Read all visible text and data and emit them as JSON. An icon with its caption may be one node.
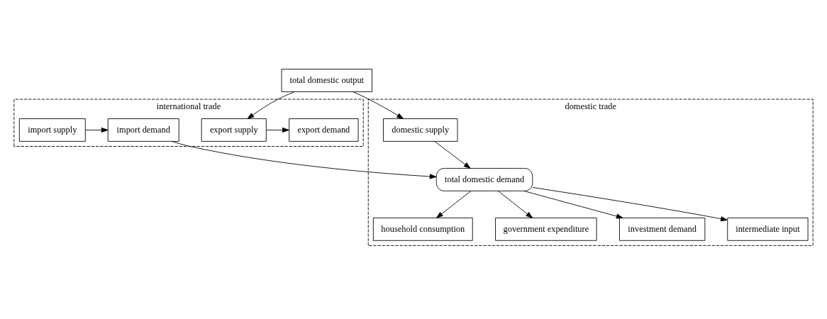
{
  "diagram": {
    "nodes": [
      {
        "text": [
          "total domestic output"
        ]
      },
      {
        "text": [
          "international trade"
        ]
      },
      {
        "text": [
          "export demand"
        ],
        "in": 1
      },
      {
        "text": [
          "export supply"
        ],
        "in": 1
      },
      {
        "text": [
          "import supply"
        ],
        "in": 1
      },
      {
        "text": [
          "import demand"
        ],
        "in": 1
      },
      {
        "text": [
          "domestic trade"
        ]
      },
      {
        "text": [
          "domestic supply"
        ],
        "in": 6
      },
      {
        "text": [
          "total domestic demand"
        ],
        "in": 6
      },
      {
        "text": [
          "household consumption"
        ],
        "in": 6
      },
      {
        "text": [
          "government expenditure"
        ],
        "in": 6
      },
      {
        "text": [
          "investment demand"
        ],
        "in": 6
      },
      {
        "text": [
          "intermediate input"
        ],
        "in": 6
      }
    ],
    "edges": [
      {
        "from": 0,
        "to": 3,
        "arrow": "to"
      },
      {
        "from": 0,
        "to": 7,
        "arrow": "to"
      },
      {
        "from": 3,
        "to": 2,
        "arrow": "to"
      },
      {
        "from": 4,
        "to": 5,
        "arrow": "to"
      },
      {
        "from": 5,
        "to": 8,
        "arrow": "to"
      },
      {
        "from": 7,
        "to": 8,
        "arrow": "to"
      },
      {
        "from": 8,
        "to": 9,
        "arrow": "to"
      },
      {
        "from": 8,
        "to": 10,
        "arrow": "to"
      },
      {
        "from": 8,
        "to": 11,
        "arrow": "to"
      },
      {
        "from": 8,
        "to": 12,
        "arrow": "to"
      }
    ]
  }
}
